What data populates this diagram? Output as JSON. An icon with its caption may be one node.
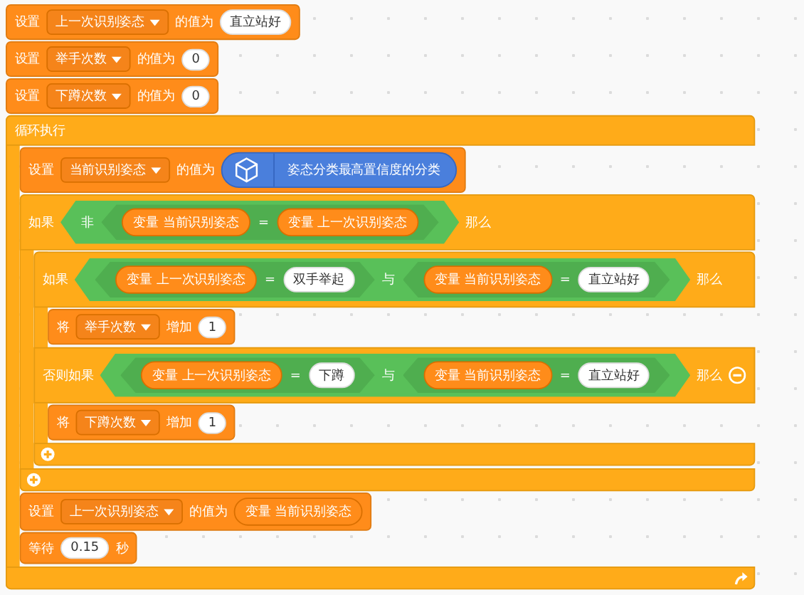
{
  "diagram": {
    "nodes": [
      {
        "text": [
          "设置",
          "的值为"
        ]
      },
      {
        "text": [
          "上一次识别姿态"
        ],
        "in": 0
      },
      {
        "text": [
          "直立站好"
        ],
        "in": 0
      },
      {
        "text": [
          "设置",
          "的值为"
        ]
      },
      {
        "text": [
          "举手次数"
        ],
        "in": 3
      },
      {
        "text": [
          "0"
        ],
        "in": 3
      },
      {
        "text": [
          "设置",
          "的值为"
        ]
      },
      {
        "text": [
          "下蹲次数"
        ],
        "in": 6
      },
      {
        "text": [
          "0"
        ],
        "in": 6
      },
      {
        "text": [
          "循环执行"
        ]
      },
      {
        "text": [
          "设置",
          "的值为"
        ],
        "in": 9
      },
      {
        "text": [
          "当前识别姿态"
        ],
        "in": 10
      },
      {
        "text": [
          "姿态分类最高置信度的分类"
        ],
        "in": 10
      },
      {
        "text": [
          "如果",
          "那么"
        ],
        "in": 9
      },
      {
        "text": [
          "非"
        ],
        "in": 13
      },
      {
        "text": [
          "="
        ],
        "in": 14
      },
      {
        "text": [
          "变量 当前识别姿态"
        ],
        "in": 15
      },
      {
        "text": [
          "变量 上一次识别姿态"
        ],
        "in": 15
      },
      {
        "text": [
          "如果",
          "那么",
          "否则如果",
          "那么"
        ],
        "in": 13
      },
      {
        "text": [
          "与"
        ],
        "in": 18
      },
      {
        "text": [
          "="
        ],
        "in": 19
      },
      {
        "text": [
          "变量 上一次识别姿态"
        ],
        "in": 20
      },
      {
        "text": [
          "双手举起"
        ],
        "in": 20
      },
      {
        "text": [
          "="
        ],
        "in": 19
      },
      {
        "text": [
          "变量 当前识别姿态"
        ],
        "in": 23
      },
      {
        "text": [
          "直立站好"
        ],
        "in": 23
      },
      {
        "text": [
          "将",
          "增加"
        ],
        "in": 18
      },
      {
        "text": [
          "举手次数"
        ],
        "in": 26
      },
      {
        "text": [
          "1"
        ],
        "in": 26
      },
      {
        "text": [
          "与"
        ],
        "in": 18
      },
      {
        "text": [
          "="
        ],
        "in": 29
      },
      {
        "text": [
          "变量 上一次识别姿态"
        ],
        "in": 30
      },
      {
        "text": [
          "下蹲"
        ],
        "in": 30
      },
      {
        "text": [
          "="
        ],
        "in": 29
      },
      {
        "text": [
          "变量 当前识别姿态"
        ],
        "in": 33
      },
      {
        "text": [
          "直立站好"
        ],
        "in": 33
      },
      {
        "text": [
          "将",
          "增加"
        ],
        "in": 18
      },
      {
        "text": [
          "下蹲次数"
        ],
        "in": 36
      },
      {
        "text": [
          "1"
        ],
        "in": 36
      },
      {
        "text": [
          "设置",
          "的值为"
        ],
        "in": 9
      },
      {
        "text": [
          "上一次识别姿态"
        ],
        "in": 39
      },
      {
        "text": [
          "变量 当前识别姿态"
        ],
        "in": 39
      },
      {
        "text": [
          "等待",
          "秒"
        ],
        "in": 9
      },
      {
        "text": [
          "0.15"
        ],
        "in": 42
      }
    ],
    "edges": []
  }
}
